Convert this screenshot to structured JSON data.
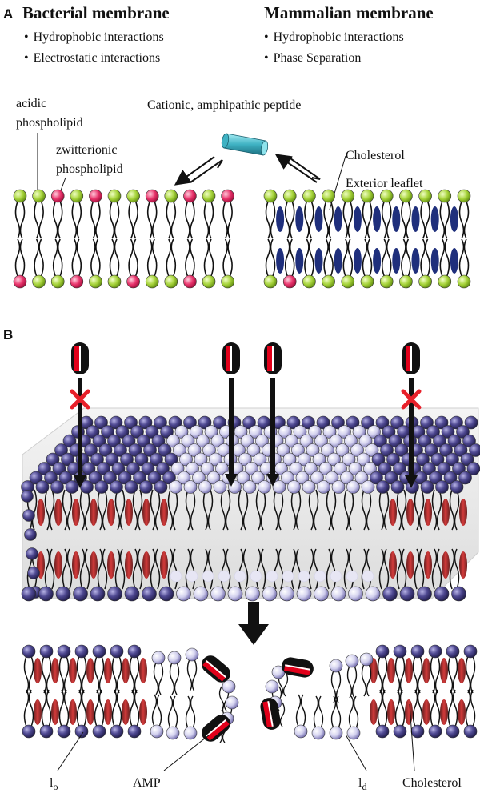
{
  "panelA": {
    "letter": "A",
    "bacterial": {
      "title": "Bacterial membrane",
      "bullets": [
        "Hydrophobic interactions",
        "Electrostatic interactions"
      ]
    },
    "mammalian": {
      "title": "Mammalian membrane",
      "bullets": [
        "Hydrophobic interactions",
        "Phase Separation"
      ]
    },
    "labels": {
      "acidic_line1": "acidic",
      "acidic_line2": "phospholipid",
      "zwitter_line1": "zwitterionic",
      "zwitter_line2": "phospholipid",
      "peptide": "Cationic, amphipathic peptide",
      "cholesterol": "Cholesterol",
      "exterior": "Exterior leaflet"
    },
    "bullet_char": "•"
  },
  "panelB": {
    "letter": "B",
    "labels": {
      "lo_main": "l",
      "lo_sub": "o",
      "amp": "AMP",
      "ld_main": "l",
      "ld_sub": "d",
      "cholesterol": "Cholesterol"
    }
  },
  "colors": {
    "green": "#a6d33a",
    "pink": "#e8336b",
    "navy": "#1f2f7c",
    "cyan": "#4ec2d0",
    "purple_dark": "#3f3a78",
    "purple_light": "#d8d6f0",
    "amp_red": "#e2001a",
    "inhibit_red": "#e8202a"
  },
  "icons": {
    "equilibrium": "equilibrium-arrows-icon",
    "blocked": "red-x-icon",
    "down_arrow": "big-down-arrow-icon"
  }
}
